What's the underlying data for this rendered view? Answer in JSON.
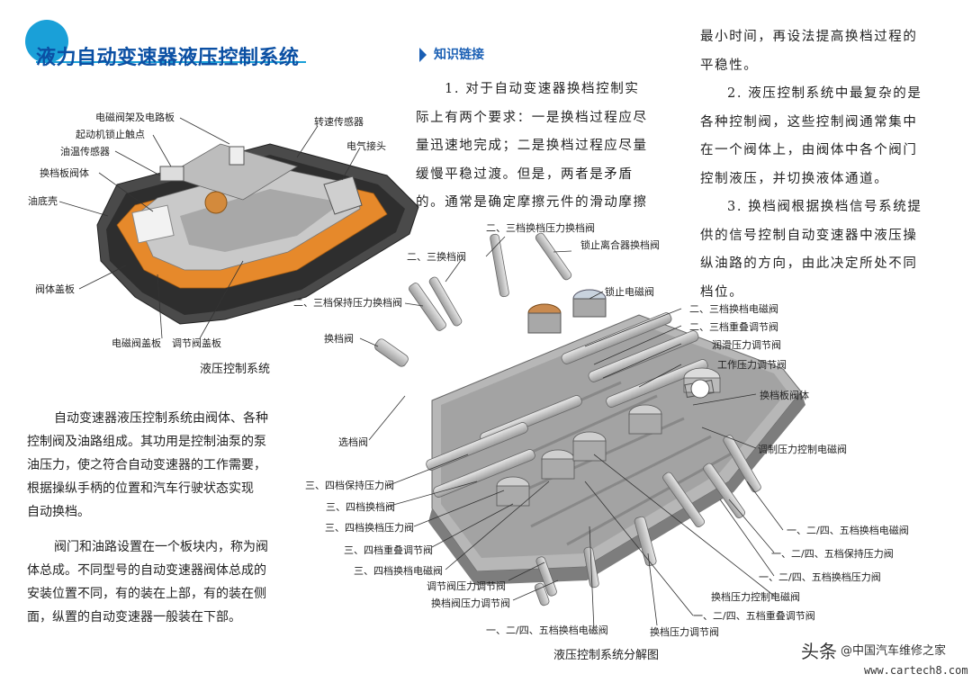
{
  "header": {
    "title": "液力自动变速器液压控制系统"
  },
  "knowledge_link": {
    "heading": "知识链接",
    "col1_lines": [
      "1. 对于自动变速器换档控制实",
      "际上有两个要求：一是换档过程应尽",
      "量迅速地完成；二是换档过程应尽量",
      "缓慢平稳过渡。但是，两者是矛盾",
      "的。通常是确定摩擦元件的滑动摩擦"
    ],
    "col2_lines": [
      "最小时间，再设法提高换档过程的",
      "平稳性。",
      "2. 液压控制系统中最复杂的是",
      "各种控制阀，这些控制阀通常集中",
      "在一个阀体上，由阀体中各个阀门",
      "控制液压，并切换液体通道。",
      "3. 换档阀根据换档信号系统提",
      "供的信号控制自动变速器中液压操",
      "纵油路的方向，由此决定所处不同",
      "档位。"
    ]
  },
  "figure1": {
    "caption": "液压控制系统",
    "labels": {
      "l1": "电磁阀架及电路板",
      "l2": "起动机锁止触点",
      "l3": "油温传感器",
      "l4": "换档板阀体",
      "l5": "油底壳",
      "l6": "阀体盖板",
      "l7": "电磁阀盖板",
      "l8": "调节阀盖板",
      "l9": "转速传感器",
      "l10": "电气接头"
    }
  },
  "body_text": {
    "p1": [
      "自动变速器液压控制系统由阀体、各种",
      "控制阀及油路组成。其功用是控制油泵的泵",
      "油压力，使之符合自动变速器的工作需要，",
      "根据操纵手柄的位置和汽车行驶状态实现",
      "自动换档。"
    ],
    "p2": [
      "阀门和油路设置在一个板块内，称为阀",
      "体总成。不同型号的自动变速器阀体总成的",
      "安装位置不同，有的装在上部，有的装在侧",
      "面，纵置的自动变速器一般装在下部。"
    ]
  },
  "figure2": {
    "caption": "液压控制系统分解图",
    "labels": {
      "a1": "二、三档换档压力换档阀",
      "a2": "锁止离合器换档阀",
      "a3": "二、三换档阀",
      "a4": "锁止电磁阀",
      "a5": "二、三档保持压力换档阀",
      "a6": "换档阀",
      "a7": "二、三档换档电磁阀",
      "a8": "二、三档重叠调节阀",
      "a9": "润滑压力调节阀",
      "a10": "工作压力调节阀",
      "a11": "换档板阀体",
      "a12": "选档阀",
      "a13": "调制压力控制电磁阀",
      "a14": "三、四档保持压力阀",
      "a15": "三、四档换档阀",
      "a16": "三、四档换档压力阀",
      "a17": "三、四档重叠调节阀",
      "a18": "三、四档换档电磁阀",
      "a19": "调节阀压力调节阀",
      "a20": "换档阀压力调节阀",
      "a21": "一、二/四、五档换档电磁阀",
      "a22": "换档压力调节阀",
      "a23": "一、二/四、五档重叠调节阀",
      "a24": "换档压力控制电磁阀",
      "a25": "一、二/四、五档换档压力阀",
      "a26": "一、二/四、五档保持压力阀",
      "a27": "一、二/四、五档换档电磁阀"
    }
  },
  "watermark": {
    "text1": "头条",
    "text2": "@中国汽车维修之家",
    "url": "www.cartech8.com"
  },
  "colors": {
    "accent": "#1aa0d8",
    "title_blue": "#0b4fa3"
  }
}
